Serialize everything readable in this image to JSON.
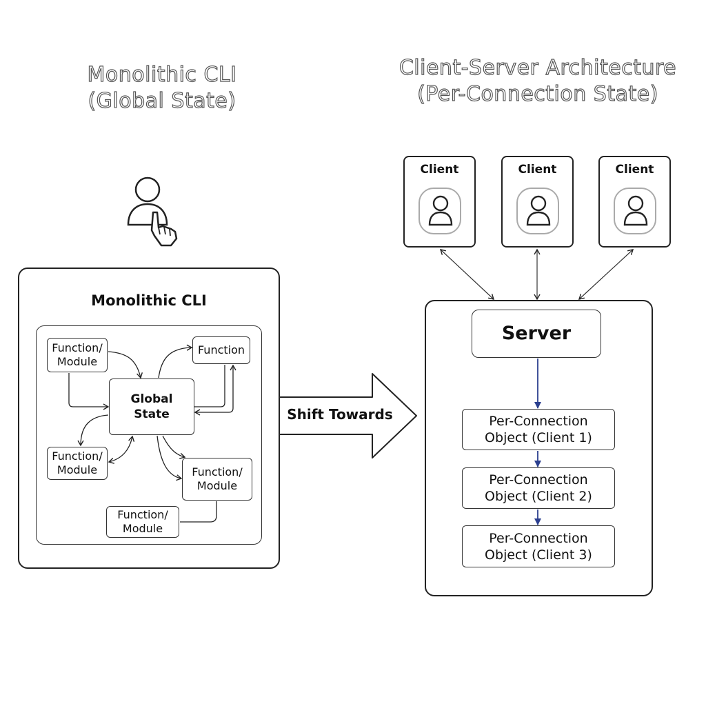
{
  "left_title": {
    "line1": "Monolithic CLI",
    "line2": "(Global State)"
  },
  "right_title": {
    "line1": "Client-Server Architecture",
    "line2": "(Per-Connection State)"
  },
  "cli_panel": {
    "title": "Monolithic CLI"
  },
  "global_state": {
    "line1": "Global",
    "line2": "State"
  },
  "modules": {
    "top_left": {
      "line1": "Function/",
      "line2": "Module"
    },
    "top_right": {
      "line1": "Function"
    },
    "mid_left": {
      "line1": "Function/",
      "line2": "Module"
    },
    "mid_right": {
      "line1": "Function/",
      "line2": "Module"
    },
    "bottom": {
      "line1": "Function/",
      "line2": "Module"
    }
  },
  "shift_arrow": {
    "label": "Shift Towards"
  },
  "clients": [
    {
      "label": "Client"
    },
    {
      "label": "Client"
    },
    {
      "label": "Client"
    }
  ],
  "server": {
    "label": "Server"
  },
  "connections": [
    {
      "line1": "Per-Connection",
      "line2": "Object (Client 1)"
    },
    {
      "line1": "Per-Connection",
      "line2": "Object (Client 2)"
    },
    {
      "line1": "Per-Connection",
      "line2": "Object (Client 3)"
    }
  ],
  "colors": {
    "flow_arrow": "#2b3f8f",
    "stroke": "#222222"
  }
}
